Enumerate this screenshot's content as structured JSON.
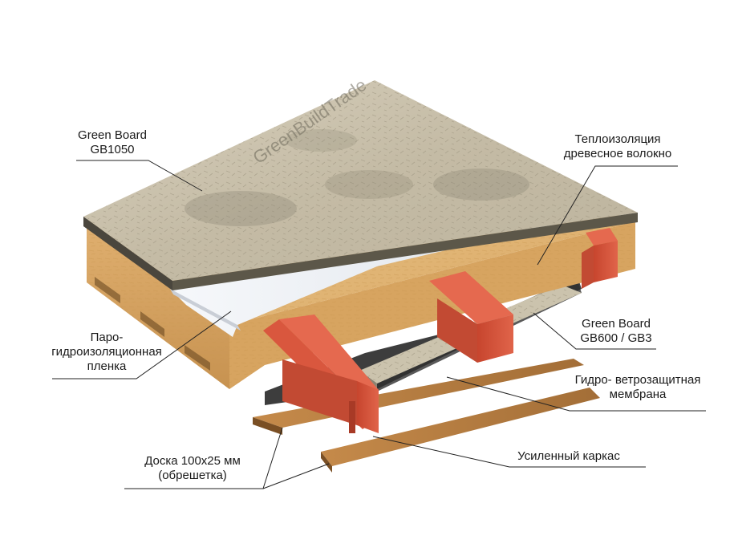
{
  "watermark": "GreenBuildTrade",
  "labels": {
    "top_board": {
      "line1": "Green Board",
      "line2": "GB1050"
    },
    "insulation": {
      "line1": "Теплоизоляция",
      "line2": "древесное волокно"
    },
    "vapor_film": {
      "line1": "Паро-",
      "line2": "гидроизоляционная",
      "line3": "пленка"
    },
    "bottom_board": {
      "line1": "Green Board",
      "line2": "GB600 / GB3"
    },
    "membrane": {
      "line1": "Гидро- ветрозащитная",
      "line2": "мембрана"
    },
    "frame": {
      "line1": "Усиленный каркас"
    },
    "batten": {
      "line1": "Доска 100х25 мм",
      "line2": "(обрешетка)"
    }
  },
  "colors": {
    "board": "#c9c1ad",
    "insulation": "#e2b679",
    "beam": "#d9573e",
    "membrane": "#3b3b3b",
    "film": "#eef1f5",
    "batten": "#b07a3f"
  }
}
